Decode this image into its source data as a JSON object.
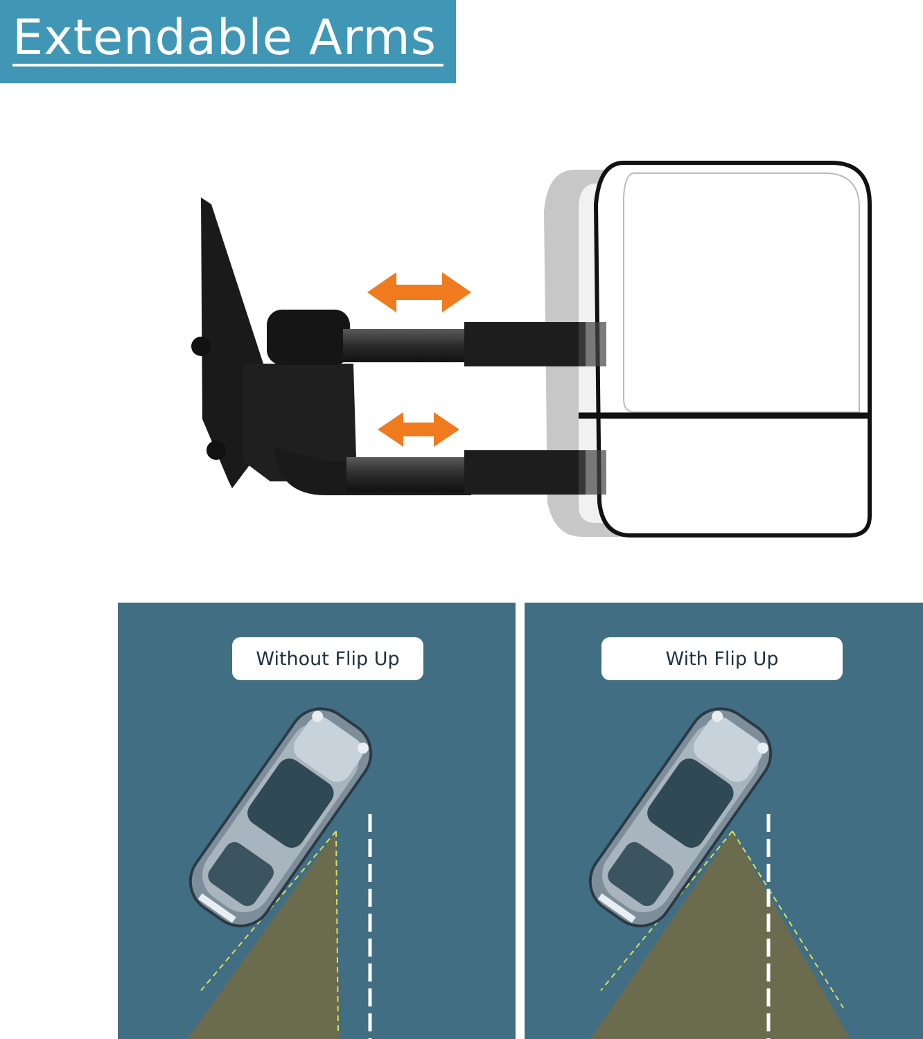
{
  "header": {
    "title": "Extendable Arms"
  },
  "panels": {
    "left": {
      "label": "Without Flip Up"
    },
    "right": {
      "label": "With Flip Up"
    }
  },
  "colors": {
    "title_bg": "#3f97b5",
    "panel_bg": "#426e83",
    "arrow": "#f07a1e",
    "view_zone": "#6b6b4e",
    "lane_line": "#ffffff",
    "sight_line": "#d8e25a"
  },
  "icons": [
    "double-arrow-icon",
    "car-icon"
  ]
}
